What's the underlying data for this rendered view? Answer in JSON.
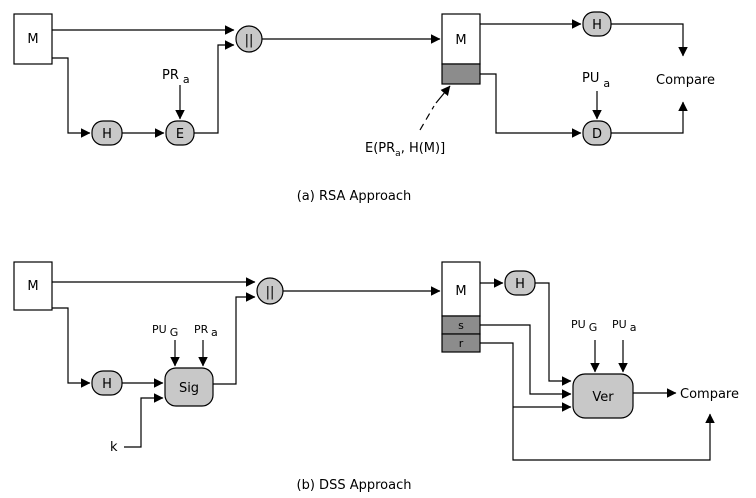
{
  "rsa": {
    "m_sender": "M",
    "h_sender": "H",
    "e_node": "E",
    "concat": "||",
    "pr_key": "PR",
    "pr_sub": "a",
    "m_receiver": "M",
    "h_receiver": "H",
    "d_node": "D",
    "pu_key": "PU",
    "pu_sub": "a",
    "compare": "Compare",
    "sig_label_a": "E(PR",
    "sig_label_sub": "a",
    "sig_label_b": ", H(M)]",
    "caption": "(a) RSA Approach"
  },
  "dss": {
    "m_sender": "M",
    "h_sender": "H",
    "sig_node": "Sig",
    "concat": "||",
    "pug_key": "PU",
    "pug_sub": "G",
    "pra_key": "PR",
    "pra_sub": "a",
    "k_label": "k",
    "m_receiver": "M",
    "s_label": "s",
    "r_label": "r",
    "h_receiver": "H",
    "ver_node": "Ver",
    "pug2_key": "PU",
    "pug2_sub": "G",
    "pua_key": "PU",
    "pua_sub": "a",
    "compare": "Compare",
    "caption": "(b) DSS Approach"
  }
}
